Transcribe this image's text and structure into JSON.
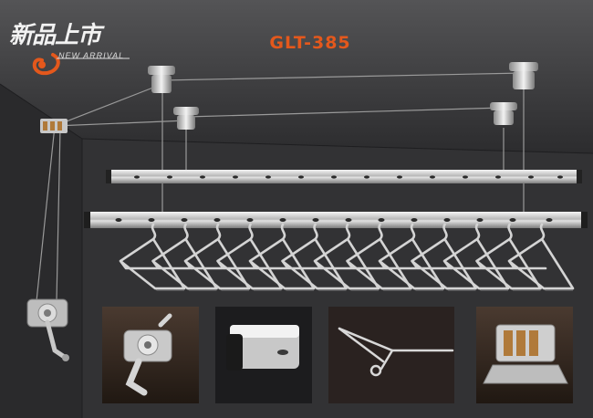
{
  "product": {
    "model": "GLT-385",
    "brand_cn": "新品上市",
    "brand_en": "NEW ARRIVAL"
  },
  "colors": {
    "model_text": "#e4581c",
    "background": "#3a3a3c",
    "logo_swirl": "#e4581c"
  },
  "scene": {
    "rails": 2,
    "hangers": 13,
    "ceiling_mounts": 4
  },
  "thumbnails": [
    {
      "name": "hand-crank-winder"
    },
    {
      "name": "rail-end-cap"
    },
    {
      "name": "wire-hanger"
    },
    {
      "name": "pulley-bracket"
    }
  ]
}
